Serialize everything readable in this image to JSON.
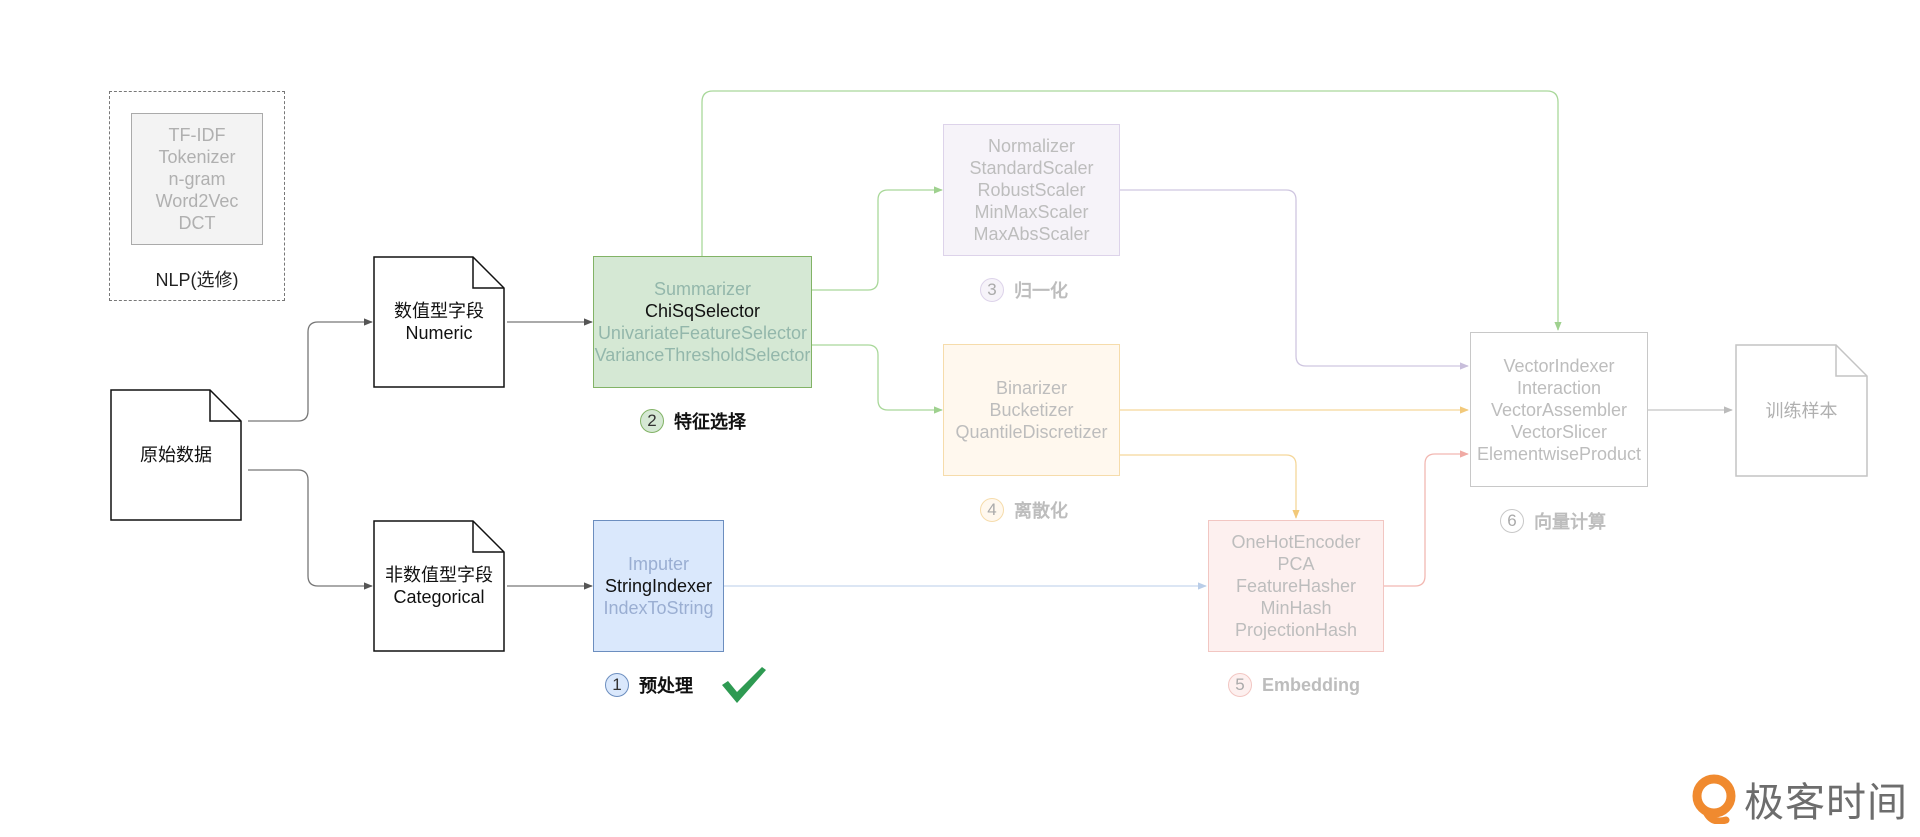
{
  "nlp": {
    "items": [
      "TF-IDF",
      "Tokenizer",
      "n-gram",
      "Word2Vec",
      "DCT"
    ],
    "label": "NLP(选修)"
  },
  "docs": {
    "raw": [
      "原始数据"
    ],
    "numeric": [
      "数值型字段",
      "Numeric"
    ],
    "categorical": [
      "非数值型字段",
      "Categorical"
    ],
    "samples": [
      "训练样本"
    ]
  },
  "boxes": {
    "preprocess": [
      "Imputer",
      "StringIndexer",
      "IndexToString"
    ],
    "feature_select": [
      "Summarizer",
      "ChiSqSelector",
      "UnivariateFeatureSelector",
      "VarianceThresholdSelector"
    ],
    "normalize": [
      "Normalizer",
      "StandardScaler",
      "RobustScaler",
      "MinMaxScaler",
      "MaxAbsScaler"
    ],
    "discretize": [
      "Binarizer",
      "Bucketizer",
      "QuantileDiscretizer"
    ],
    "embedding": [
      "OneHotEncoder",
      "PCA",
      "FeatureHasher",
      "MinHash",
      "ProjectionHash"
    ],
    "vector": [
      "VectorIndexer",
      "Interaction",
      "VectorAssembler",
      "VectorSlicer",
      "ElementwiseProduct"
    ]
  },
  "captions": {
    "preprocess": {
      "num": "1",
      "label": "预处理"
    },
    "feature_select": {
      "num": "2",
      "label": "特征选择"
    },
    "normalize": {
      "num": "3",
      "label": "归一化"
    },
    "discretize": {
      "num": "4",
      "label": "离散化"
    },
    "embedding": {
      "num": "5",
      "label": "Embedding"
    },
    "vector": {
      "num": "6",
      "label": "向量计算"
    }
  },
  "colors": {
    "preprocess_fill": "#dae8fc",
    "preprocess_stroke": "#6c8ebf",
    "feature_fill": "#d5e8d4",
    "feature_stroke": "#82b366",
    "normalize_fill": "#f6f3f9",
    "normalize_stroke": "#d9cde6",
    "discretize_fill": "#fff8ee",
    "discretize_stroke": "#f5d9a3",
    "embedding_fill": "#fdf0ef",
    "embedding_stroke": "#f2c4c0",
    "vector_stroke": "#c8c8c8",
    "check": "#2e9a52"
  },
  "logo": {
    "text": "极客时间"
  }
}
